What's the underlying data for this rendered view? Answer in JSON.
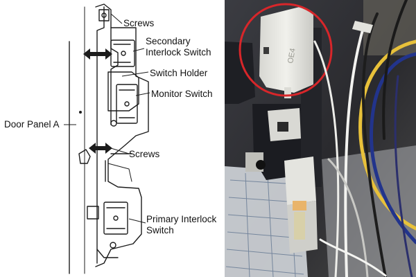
{
  "diagram": {
    "labels": {
      "screws_top": "Screws",
      "secondary_interlock_switch": "Secondary\nInterlock Switch",
      "switch_holder": "Switch Holder",
      "monitor_switch": "Monitor Switch",
      "door_panel_a": "Door Panel A",
      "screws_bottom": "Screws",
      "primary_interlock_switch": "Primary Interlock\nSwitch"
    }
  },
  "photo": {
    "highlight_color": "#d8262a",
    "switch_marking": "OE4"
  }
}
